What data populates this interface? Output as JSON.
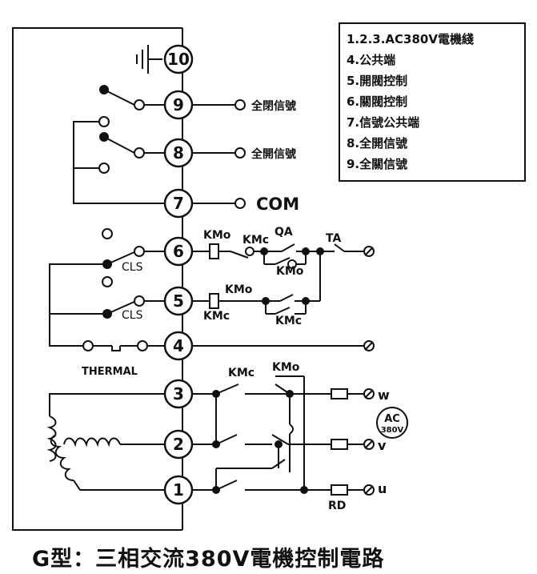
{
  "legend": {
    "items": [
      "1.2.3.AC380V電機綫",
      "4.公共端",
      "5.開閥控制",
      "6.關閥控制",
      "7.信號公共端",
      "8.全開信號",
      "9.全關信號"
    ]
  },
  "terminals": [
    "1",
    "2",
    "3",
    "4",
    "5",
    "6",
    "7",
    "8",
    "9",
    "10"
  ],
  "labels": {
    "full_close_signal": "全閉信號",
    "full_open_signal": "全開信號",
    "com": "COM",
    "kmo": "KMo",
    "kmc": "KMc",
    "qa": "QA",
    "ta": "TA",
    "cls": "CLS",
    "thermal": "THERMAL",
    "w": "w",
    "v": "v",
    "u": "u",
    "rd": "RD",
    "ac": "AC",
    "ac_voltage": "380V"
  },
  "caption": "G型：三相交流380V電機控制電路"
}
